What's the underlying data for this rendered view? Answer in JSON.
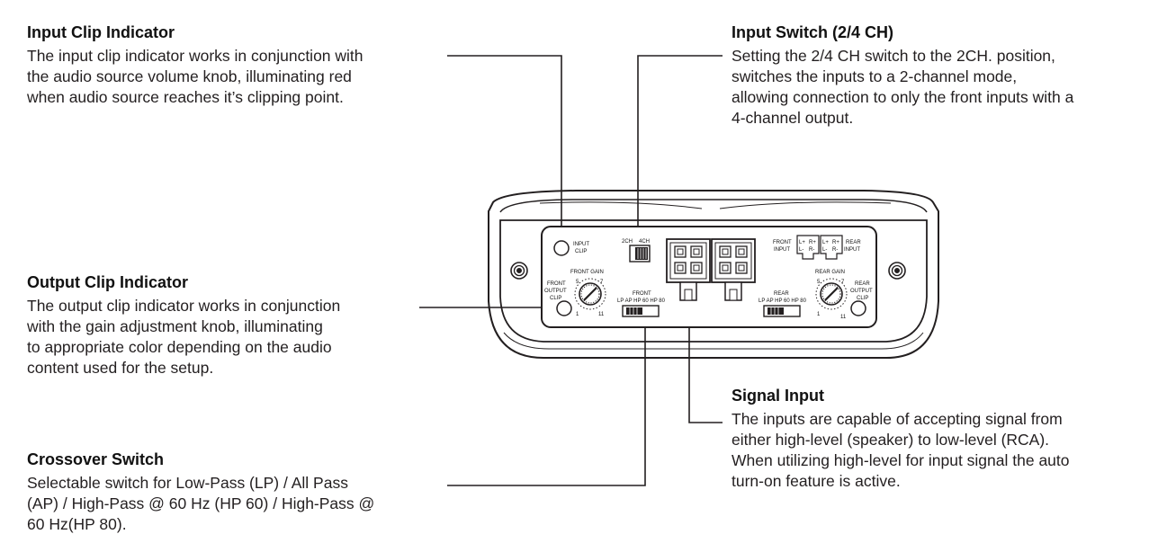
{
  "callouts": {
    "input_clip": {
      "title": "Input Clip Indicator",
      "body": "The input clip indicator works in conjunction with\nthe audio source volume knob, illuminating red\nwhen audio source reaches it’s clipping point."
    },
    "input_switch": {
      "title": "Input Switch (2/4 CH)",
      "body": "Setting the 2/4 CH switch to the 2CH. position,\nswitches the inputs to a 2-channel mode,\nallowing connection to only the front inputs with a\n4-channel output."
    },
    "output_clip": {
      "title": "Output Clip Indicator",
      "body": "The output clip indicator works in conjunction\nwith the gain adjustment knob, illuminating\nto appropriate color depending on the audio\ncontent used for the setup."
    },
    "crossover": {
      "title": "Crossover Switch",
      "body": "Selectable switch for Low-Pass (LP) / All Pass\n(AP) / High-Pass @ 60 Hz (HP 60) / High-Pass @\n60 Hz(HP 80)."
    },
    "signal_input": {
      "title": "Signal Input",
      "body": "The inputs are capable of accepting signal from\neither high-level (speaker) to low-level (RCA).\nWhen utilizing high-level for input signal the auto\nturn-on feature is active."
    }
  },
  "panel": {
    "input_clip_line1": "INPUT",
    "input_clip_line2": "CLIP",
    "ch_switch_2ch": "2CH",
    "ch_switch_4ch": "4CH",
    "front_gain": "FRONT GAIN",
    "rear_gain": "REAR GAIN",
    "front_output_line1": "FRONT",
    "front_output_line2": "OUTPUT",
    "front_output_line3": "CLIP",
    "rear_output_line1": "REAR",
    "rear_output_line2": "OUTPUT",
    "rear_output_line3": "CLIP",
    "front_input_line1": "FRONT",
    "front_input_line2": "INPUT",
    "rear_input_line1": "REAR",
    "rear_input_line2": "INPUT",
    "lr_plus_left": "L+",
    "lr_plus_right": "R+",
    "lr_minus_left": "L-",
    "lr_minus_right": "R-",
    "front_xover_label": "FRONT",
    "rear_xover_label": "REAR",
    "xover_positions": "LP AP HP 60 HP 80",
    "gain_min": "1",
    "gain_max": "11",
    "gain_mid_low": "5",
    "gain_mid_high": "7"
  }
}
